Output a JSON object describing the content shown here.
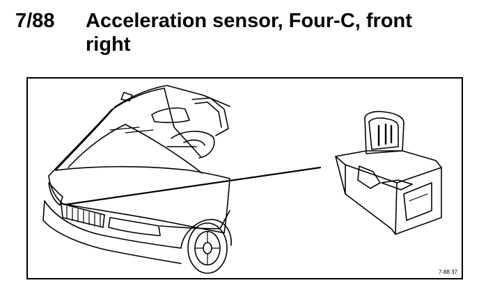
{
  "section": {
    "number": "7/88",
    "title": "Acceleration sensor, Four-C, front right"
  },
  "figure": {
    "reference": "7-88 37",
    "subjects": [
      "car-front-outline",
      "acceleration-sensor-icon"
    ]
  }
}
